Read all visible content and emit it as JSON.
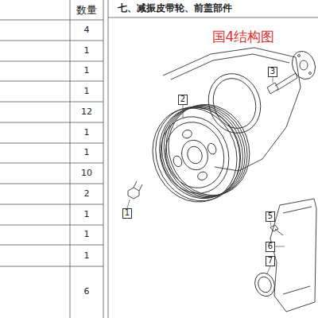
{
  "diagram": {
    "title": "七、减振皮带轮、前盖部件",
    "nodes": [
      {
        "text": [
          "3"
        ]
      },
      {
        "text": [
          "2"
        ]
      },
      {
        "text": [
          "1"
        ]
      },
      {
        "text": [
          "5"
        ]
      },
      {
        "text": [
          "6"
        ]
      },
      {
        "text": [
          "7"
        ]
      }
    ],
    "labels": [
      "数量",
      "4",
      "1",
      "1",
      "1",
      "12",
      "1",
      "1",
      "10",
      "2",
      "1",
      "1",
      "1",
      "6",
      "国4结构图"
    ]
  }
}
